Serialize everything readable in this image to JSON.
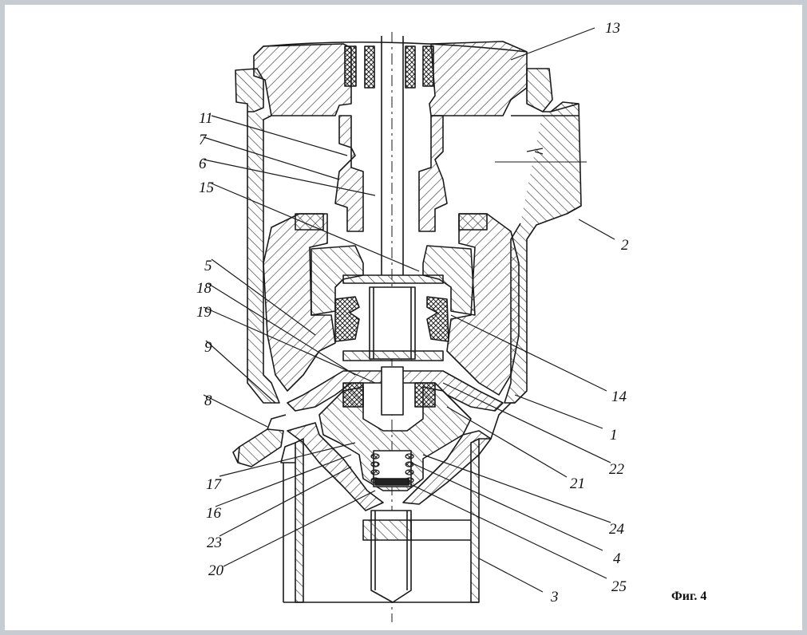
{
  "figure": {
    "caption": "Фиг. 4",
    "labels": [
      "13",
      "11",
      "7",
      "6",
      "15",
      "2",
      "5",
      "18",
      "19",
      "9",
      "8",
      "14",
      "1",
      "22",
      "21",
      "17",
      "16",
      "23",
      "20",
      "24",
      "4",
      "25",
      "3"
    ]
  },
  "colors": {
    "ink": "#1a1a1a",
    "hatch": "#3a3a3a",
    "frame": "#c7ccd2",
    "paper": "#ffffff"
  }
}
